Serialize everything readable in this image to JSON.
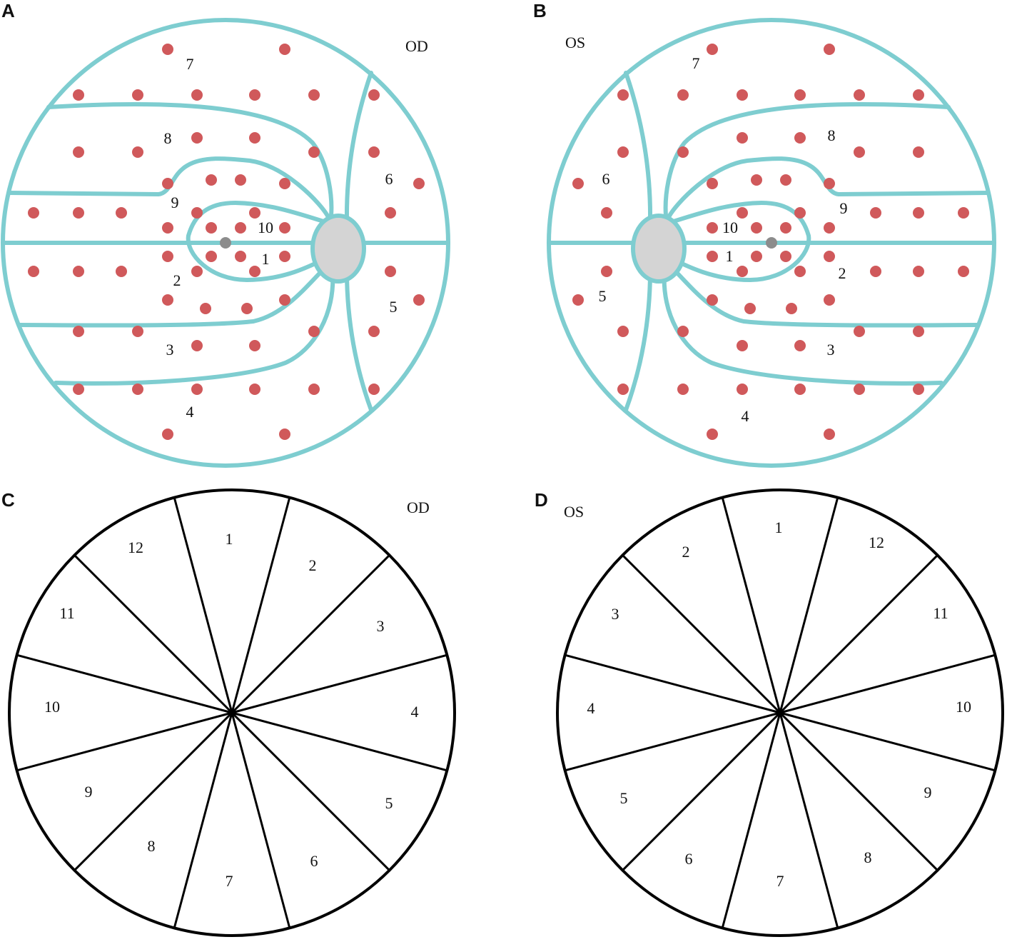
{
  "colors": {
    "nerve_line": "#7ecdd0",
    "test_point": "#d0595b",
    "optic_disc": "#d4d4d4",
    "fovea": "#8c8c8c",
    "sector_line": "#000000"
  },
  "panels": {
    "A": {
      "letter": "A",
      "eye": "OD",
      "labels": [
        "1",
        "2",
        "3",
        "4",
        "5",
        "6",
        "7",
        "8",
        "9",
        "10"
      ]
    },
    "B": {
      "letter": "B",
      "eye": "OS",
      "labels": [
        "1",
        "2",
        "3",
        "4",
        "5",
        "6",
        "7",
        "8",
        "9",
        "10"
      ]
    },
    "C": {
      "letter": "C",
      "eye": "OD",
      "sectors": [
        "1",
        "2",
        "3",
        "4",
        "5",
        "6",
        "7",
        "8",
        "9",
        "10",
        "11",
        "12"
      ]
    },
    "D": {
      "letter": "D",
      "eye": "OS",
      "sectors": [
        "1",
        "2",
        "3",
        "4",
        "5",
        "6",
        "7",
        "8",
        "9",
        "10",
        "11",
        "12"
      ]
    }
  }
}
